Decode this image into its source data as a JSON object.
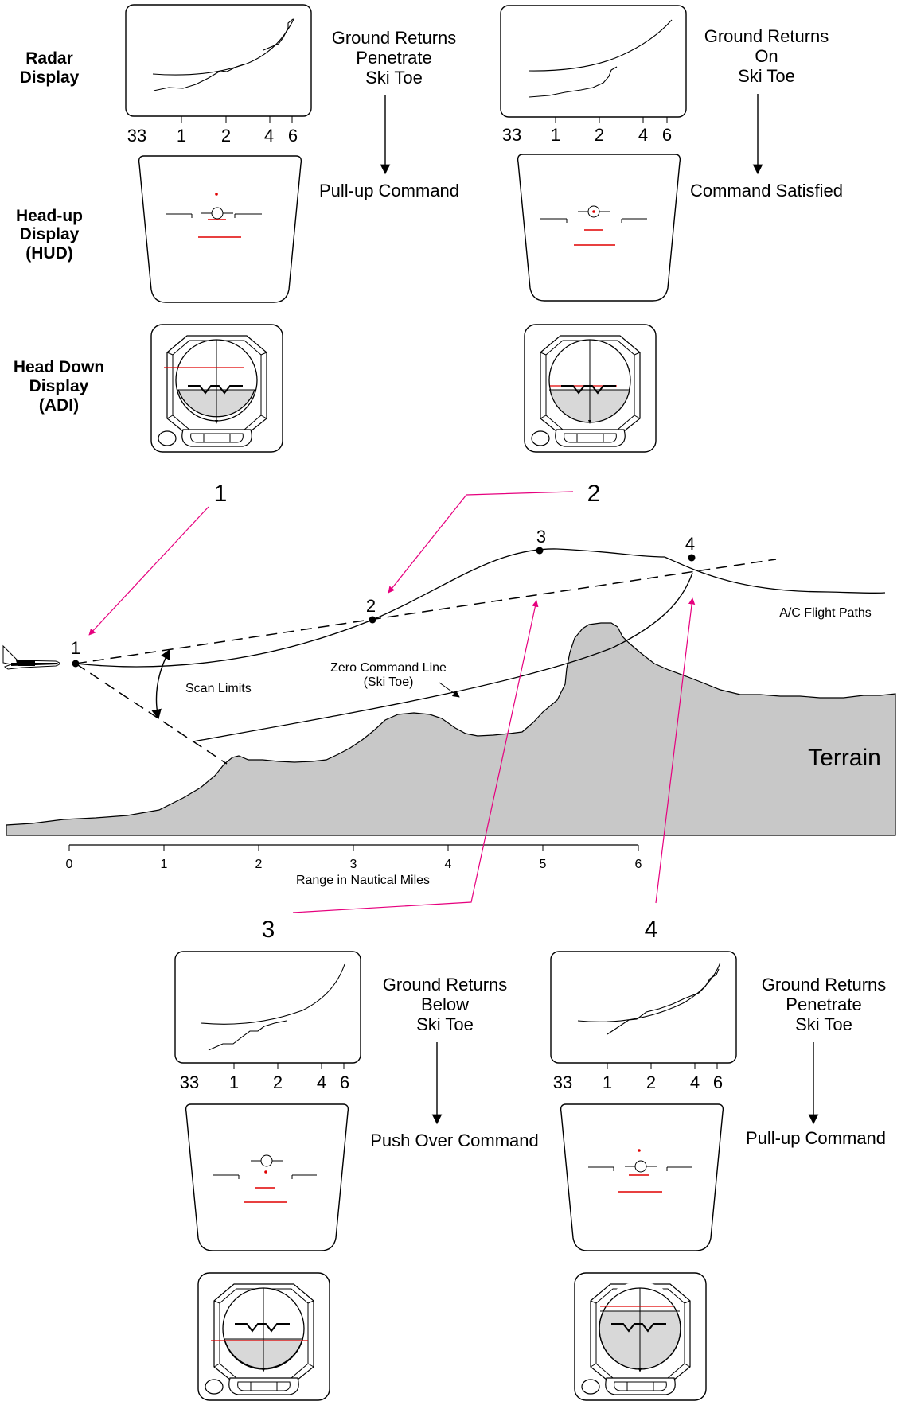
{
  "row_labels": {
    "radar": [
      "Radar",
      "Display"
    ],
    "hud": [
      "Head-up",
      "Display",
      "(HUD)"
    ],
    "adi": [
      "Head Down",
      "Display",
      "(ADI)"
    ]
  },
  "radar_ticks": [
    "33",
    "1",
    "2",
    "4",
    "6"
  ],
  "panels": {
    "p1": {
      "number": "1",
      "ground_returns": [
        "Ground Returns",
        "Penetrate",
        "Ski Toe"
      ],
      "command": "Pull-up Command"
    },
    "p2": {
      "number": "2",
      "ground_returns": [
        "Ground Returns",
        "On",
        "Ski Toe"
      ],
      "command": "Command Satisfied"
    },
    "p3": {
      "number": "3",
      "ground_returns": [
        "Ground Returns",
        "Below",
        "Ski Toe"
      ],
      "command": "Push Over Command"
    },
    "p4": {
      "number": "4",
      "ground_returns": [
        "Ground Returns",
        "Penetrate",
        "Ski Toe"
      ],
      "command": "Pull-up Command"
    }
  },
  "profile": {
    "point_labels": [
      "1",
      "2",
      "3",
      "4"
    ],
    "flight_paths_label": "A/C Flight Paths",
    "zero_command_line": [
      "Zero Command Line",
      "(Ski Toe)"
    ],
    "scan_limits": "Scan Limits",
    "terrain": "Terrain",
    "axis_ticks": [
      "0",
      "1",
      "2",
      "3",
      "4",
      "5",
      "6"
    ],
    "axis_title": "Range in Nautical Miles"
  },
  "colors": {
    "callout": "#e6007e",
    "symbol_red": "#e00000",
    "terrain": "#c8c8c8",
    "adi_ground": "#d8d8d8"
  }
}
